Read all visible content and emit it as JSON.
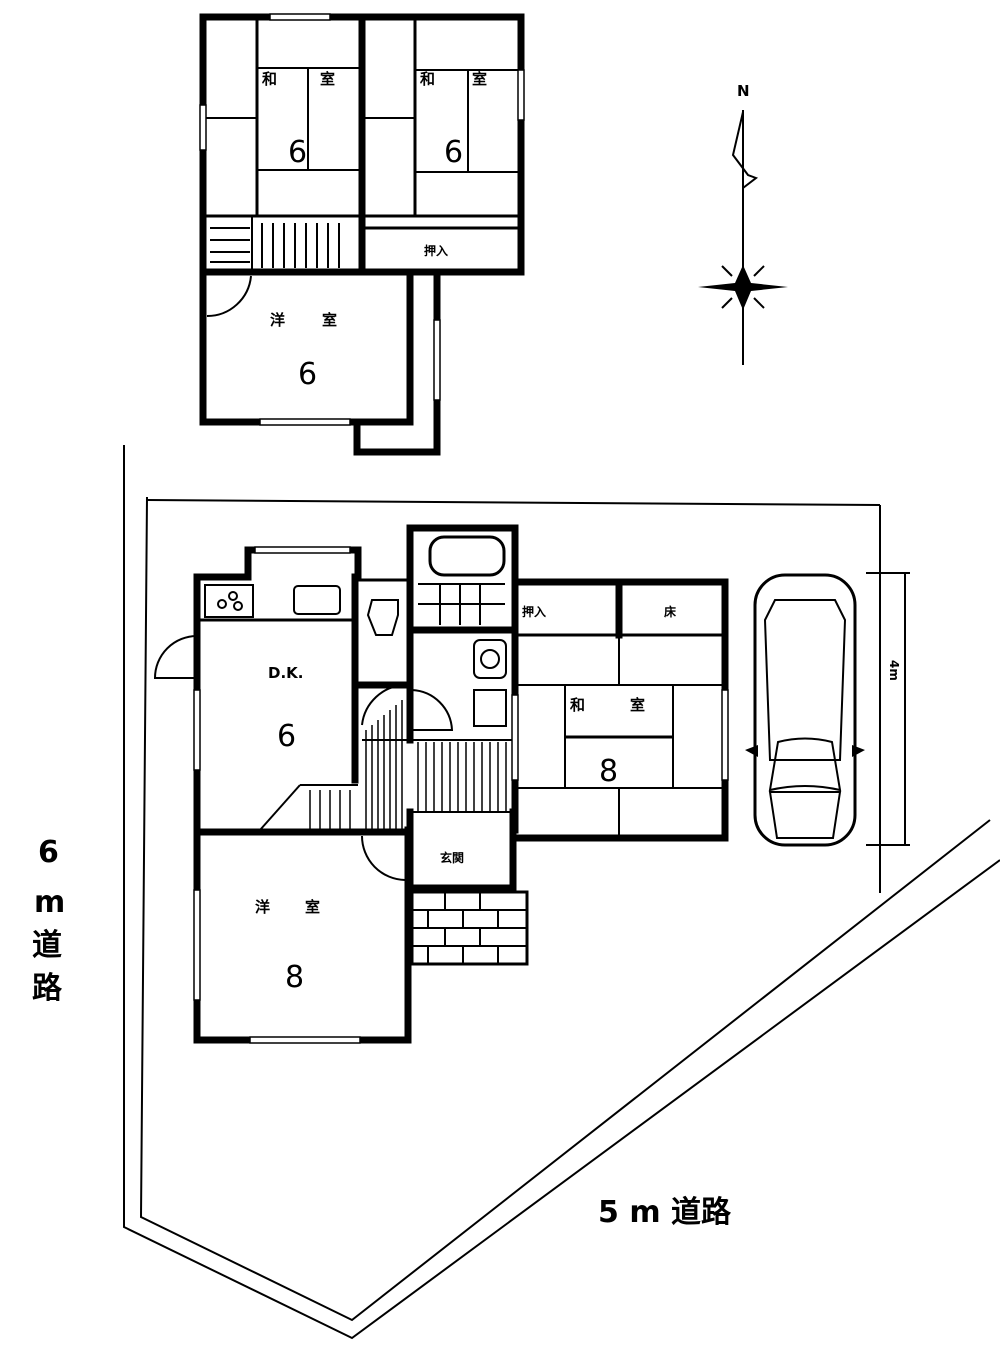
{
  "compass": {
    "north_label": "N"
  },
  "second_floor": {
    "room_washitsu_a": {
      "label_left": "和",
      "label_right": "室",
      "tatami": "6"
    },
    "room_washitsu_b": {
      "label_left": "和",
      "label_right": "室",
      "tatami": "6"
    },
    "closet": {
      "label": "押入"
    },
    "room_youshitsu": {
      "label_left": "洋",
      "label_right": "室",
      "tatami": "6"
    }
  },
  "first_floor": {
    "dining_kitchen": {
      "label": "D.K.",
      "tatami": "6"
    },
    "room_washitsu": {
      "label_left": "和",
      "label_right": "室",
      "tatami": "8"
    },
    "closet": {
      "label": "押入"
    },
    "alcove": {
      "label": "床"
    },
    "entrance": {
      "label": "玄関"
    },
    "room_youshitsu": {
      "label_left": "洋",
      "label_right": "室",
      "tatami": "8"
    }
  },
  "parking": {
    "dimension_label": "4m"
  },
  "roads": {
    "west": {
      "width": "6",
      "unit": "m",
      "label1": "道",
      "label2": "路"
    },
    "south": {
      "label": "5 m 道路"
    }
  }
}
